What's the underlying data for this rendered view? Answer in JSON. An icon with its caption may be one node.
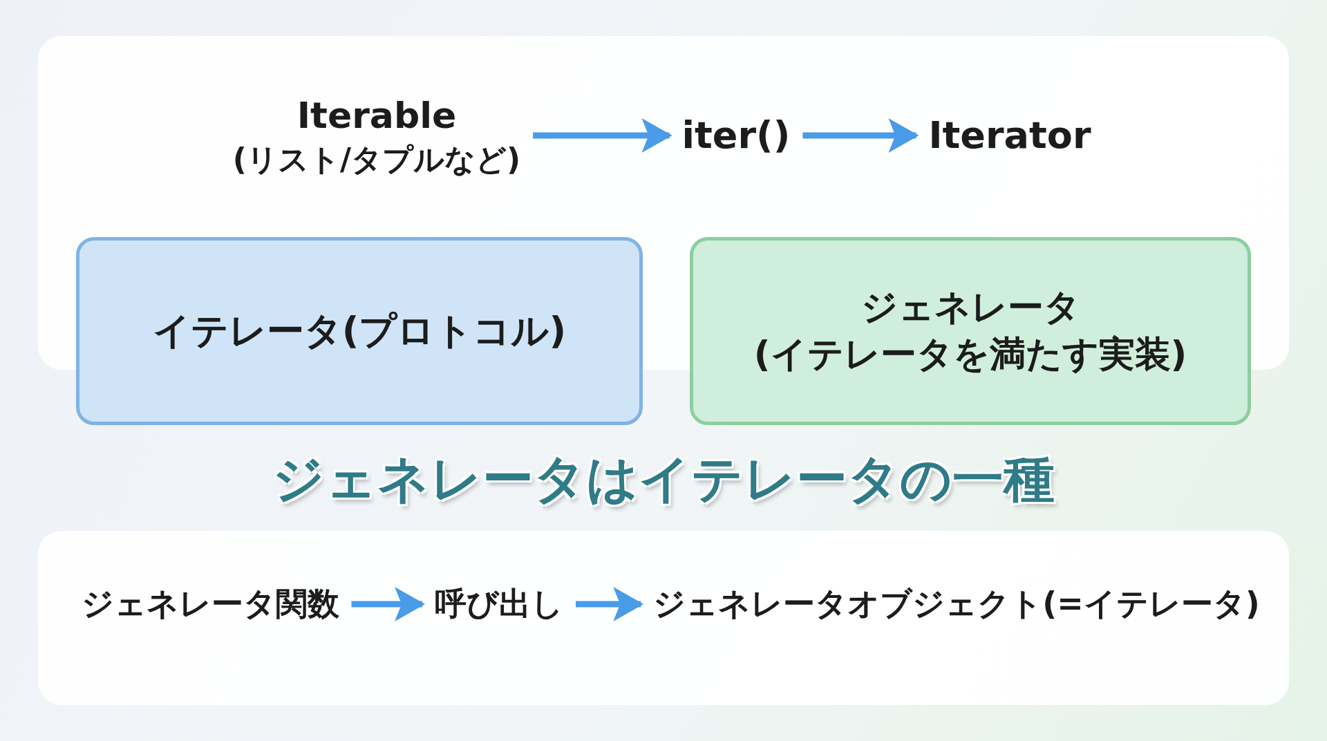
{
  "diagram": {
    "nodes": [
      {
        "text": [
          "Iterable",
          "(リスト/タプルなど)"
        ]
      },
      {
        "text": [
          "iter()"
        ]
      },
      {
        "text": [
          "Iterator"
        ]
      },
      {
        "text": [
          "イテレータ(プロトコル)"
        ]
      },
      {
        "text": [
          "ジェネレータ",
          "(イテレータを満たす実装)"
        ]
      },
      {
        "text": [
          "ジェネレータ関数"
        ]
      },
      {
        "text": [
          "呼び出し"
        ]
      },
      {
        "text": [
          "ジェネレータオブジェクト(=イテレータ)"
        ]
      }
    ],
    "edges": [
      {
        "from": 0,
        "to": 1,
        "arrow": "to"
      },
      {
        "from": 1,
        "to": 2,
        "arrow": "to"
      },
      {
        "from": 5,
        "to": 6,
        "arrow": "to"
      },
      {
        "from": 6,
        "to": 7,
        "arrow": "to"
      }
    ],
    "labels": [
      "ジェネレータはイテレータの一種"
    ]
  }
}
